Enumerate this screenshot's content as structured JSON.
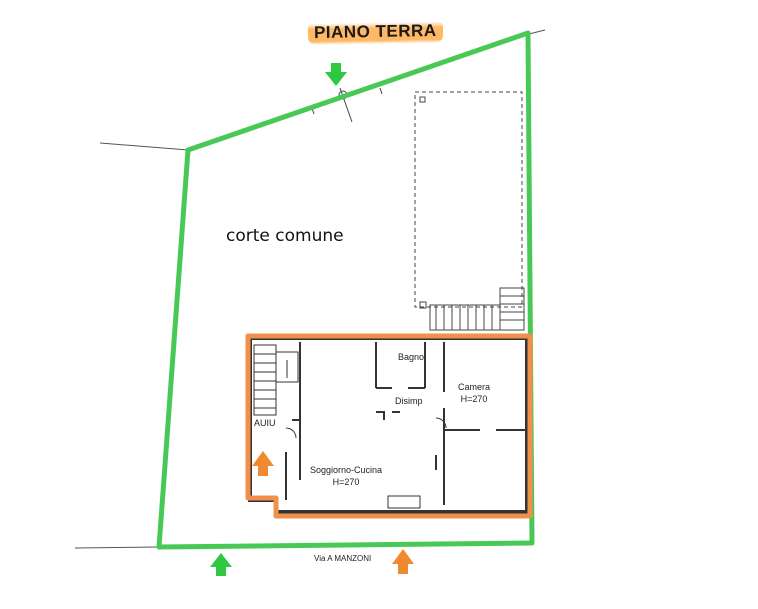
{
  "title": "PIANO TERRA",
  "courtyard_label": "corte comune",
  "rooms": {
    "bagno": "Bagno",
    "disimp": "Disimp",
    "camera_name": "Camera",
    "camera_height": "H=270",
    "soggiorno_name": "Soggiorno-Cucina",
    "soggiorno_height": "H=270",
    "stair_code": "AUIU"
  },
  "street_label": "Via A MANZONI",
  "colors": {
    "boundary": "#48c956",
    "unit_outline": "#f0904a",
    "arrow_green": "#2fc840",
    "arrow_orange": "#f08a30",
    "walls": "#333333"
  }
}
